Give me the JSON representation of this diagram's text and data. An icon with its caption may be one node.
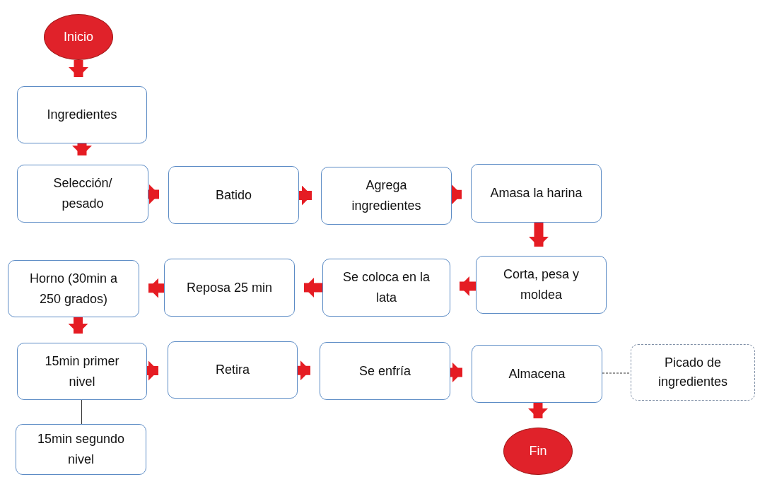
{
  "diagram": {
    "nodes": [
      {
        "text": [
          "Inicio"
        ]
      },
      {
        "text": [
          "Ingredientes"
        ]
      },
      {
        "text": [
          "Selección/ pesado"
        ]
      },
      {
        "text": [
          "Batido"
        ]
      },
      {
        "text": [
          "Agrega ingredientes"
        ]
      },
      {
        "text": [
          "Amasa la harina"
        ]
      },
      {
        "text": [
          "Corta, pesa y moldea"
        ]
      },
      {
        "text": [
          "Se coloca en la lata"
        ]
      },
      {
        "text": [
          "Reposa 25 min"
        ]
      },
      {
        "text": [
          "Horno (30min a 250 grados)"
        ]
      },
      {
        "text": [
          "15min primer nivel"
        ]
      },
      {
        "text": [
          "Retira"
        ]
      },
      {
        "text": [
          "Se enfría"
        ]
      },
      {
        "text": [
          "Almacena"
        ]
      },
      {
        "text": [
          "Picado de ingredientes"
        ]
      },
      {
        "text": [
          "15min segundo nivel"
        ]
      },
      {
        "text": [
          "Fin"
        ]
      }
    ],
    "edges": [
      {
        "from": 0,
        "to": 1,
        "arrow": "to"
      },
      {
        "from": 1,
        "to": 2,
        "arrow": "to"
      },
      {
        "from": 2,
        "to": 3,
        "arrow": "to"
      },
      {
        "from": 3,
        "to": 4,
        "arrow": "to"
      },
      {
        "from": 4,
        "to": 5,
        "arrow": "to"
      },
      {
        "from": 5,
        "to": 6,
        "arrow": "to"
      },
      {
        "from": 6,
        "to": 7,
        "arrow": "to"
      },
      {
        "from": 7,
        "to": 8,
        "arrow": "to"
      },
      {
        "from": 8,
        "to": 9,
        "arrow": "to"
      },
      {
        "from": 9,
        "to": 10,
        "arrow": "to"
      },
      {
        "from": 10,
        "to": 11,
        "arrow": "to"
      },
      {
        "from": 11,
        "to": 12,
        "arrow": "to"
      },
      {
        "from": 12,
        "to": 13,
        "arrow": "to"
      },
      {
        "from": 13,
        "to": 16,
        "arrow": "to"
      },
      {
        "from": 10,
        "to": 15,
        "arrow": "none",
        "color": "#333333"
      },
      {
        "from": 13,
        "to": 14,
        "arrow": "none",
        "style": "dashed",
        "color": "#333333"
      }
    ]
  }
}
